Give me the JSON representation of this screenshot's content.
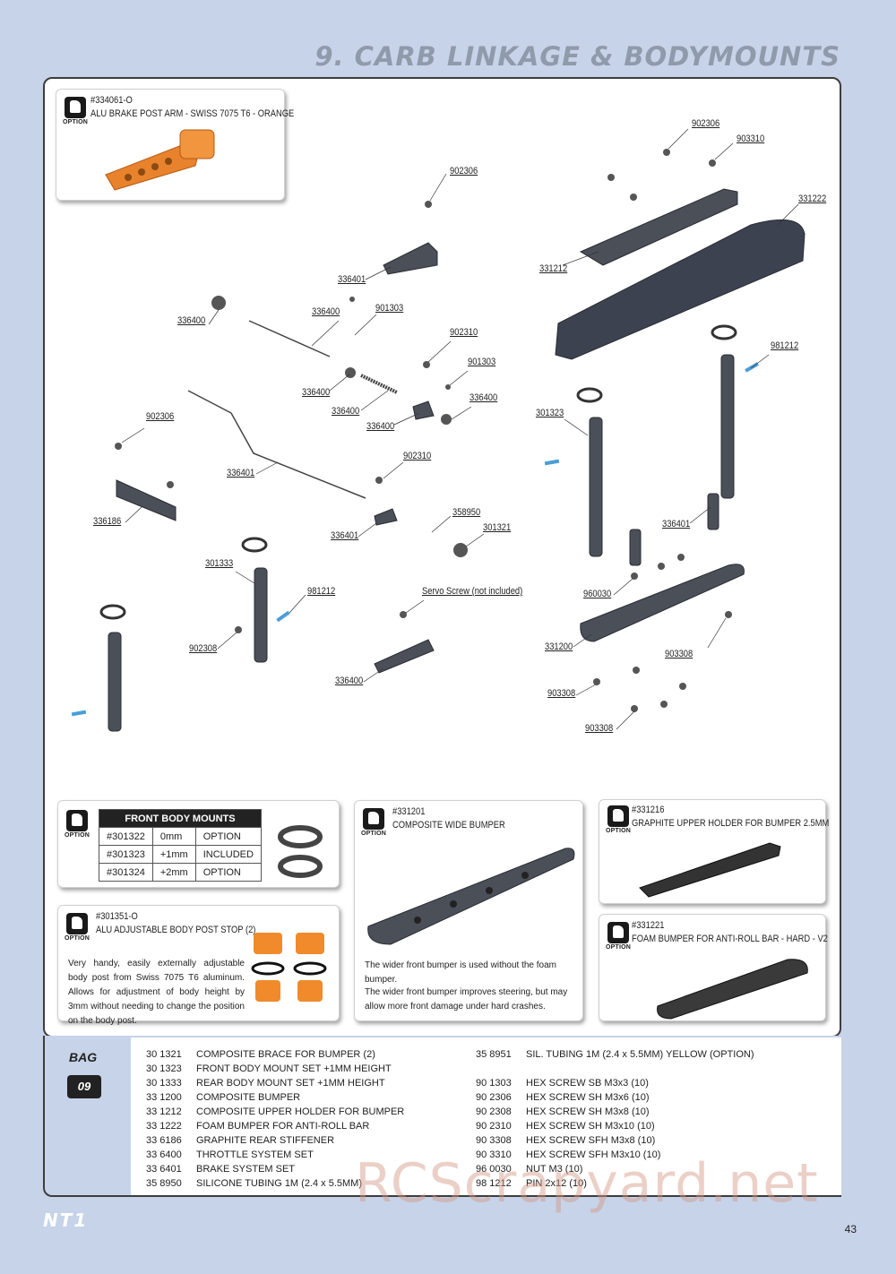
{
  "title": "9. CARB LINKAGE & BODYMOUNTS",
  "option_label": "OPTION",
  "top_option": {
    "code": "#334061-O",
    "name": "ALU BRAKE POST ARM - SWISS 7075 T6 - ORANGE"
  },
  "callouts": [
    "902306",
    "903310",
    "331222",
    "902306",
    "331212",
    "336401",
    "336400",
    "336400",
    "901303",
    "902310",
    "901303",
    "981212",
    "336400",
    "336400",
    "336400",
    "336400",
    "301323",
    "902306",
    "336401",
    "902310",
    "336186",
    "358950",
    "336401",
    "301321",
    "336401",
    "301333",
    "981212",
    "Servo Screw (not included)",
    "960030",
    "902308",
    "331200",
    "903308",
    "336400",
    "903308",
    "903308"
  ],
  "front_body_mounts": {
    "header": "FRONT BODY MOUNTS",
    "rows": [
      [
        "#301322",
        "0mm",
        "OPTION"
      ],
      [
        "#301323",
        "+1mm",
        "INCLUDED"
      ],
      [
        "#301324",
        "+2mm",
        "OPTION"
      ]
    ]
  },
  "body_post_stop": {
    "code": "#301351-O",
    "name": "ALU ADJUSTABLE BODY POST STOP (2)",
    "text": "Very handy, easily externally adjustable body post from Swiss 7075 T6 aluminum. Allows for adjustment of body height by 3mm without needing to change the position on the body post."
  },
  "wide_bumper": {
    "code": "#331201",
    "name": "COMPOSITE WIDE BUMPER",
    "text1": "The wider front bumper is used without the foam bumper.",
    "text2": "The wider front bumper improves steering, but may allow more front damage under hard crashes."
  },
  "graphite_holder": {
    "code": "#331216",
    "name": "GRAPHITE UPPER HOLDER FOR BUMPER 2.5MM"
  },
  "foam_bumper": {
    "code": "#331221",
    "name": "FOAM BUMPER FOR ANTI-ROLL BAR - HARD - V2"
  },
  "bag": {
    "label": "BAG",
    "number": "09"
  },
  "parts_left": [
    [
      "30 1321",
      "COMPOSITE BRACE FOR BUMPER (2)"
    ],
    [
      "30 1323",
      "FRONT BODY MOUNT SET +1MM HEIGHT"
    ],
    [
      "30 1333",
      "REAR BODY MOUNT SET +1MM HEIGHT"
    ],
    [
      "33 1200",
      "COMPOSITE BUMPER"
    ],
    [
      "33 1212",
      "COMPOSITE UPPER HOLDER FOR BUMPER"
    ],
    [
      "33 1222",
      "FOAM BUMPER FOR ANTI-ROLL BAR"
    ],
    [
      "33 6186",
      "GRAPHITE REAR STIFFENER"
    ],
    [
      "33 6400",
      "THROTTLE SYSTEM SET"
    ],
    [
      "33 6401",
      "BRAKE SYSTEM SET"
    ],
    [
      "35 8950",
      "SILICONE TUBING 1M (2.4 x 5.5MM)"
    ]
  ],
  "parts_right": [
    [
      "35 8951",
      "SIL. TUBING 1M (2.4 x 5.5MM) YELLOW (OPTION)"
    ],
    [
      "",
      ""
    ],
    [
      "90 1303",
      "HEX SCREW SB M3x3  (10)"
    ],
    [
      "90 2306",
      "HEX SCREW SH M3x6  (10)"
    ],
    [
      "90 2308",
      "HEX SCREW SH M3x8  (10)"
    ],
    [
      "90 2310",
      "HEX SCREW SH M3x10  (10)"
    ],
    [
      "90 3308",
      "HEX SCREW SFH M3x8  (10)"
    ],
    [
      "90 3310",
      "HEX SCREW SFH M3x10  (10)"
    ],
    [
      "96 0030",
      "NUT M3  (10)"
    ],
    [
      "98 1212",
      "PIN 2x12  (10)"
    ]
  ],
  "watermark": "RCScrapyard.net",
  "footer_logo": "NT1",
  "page_number": "43"
}
